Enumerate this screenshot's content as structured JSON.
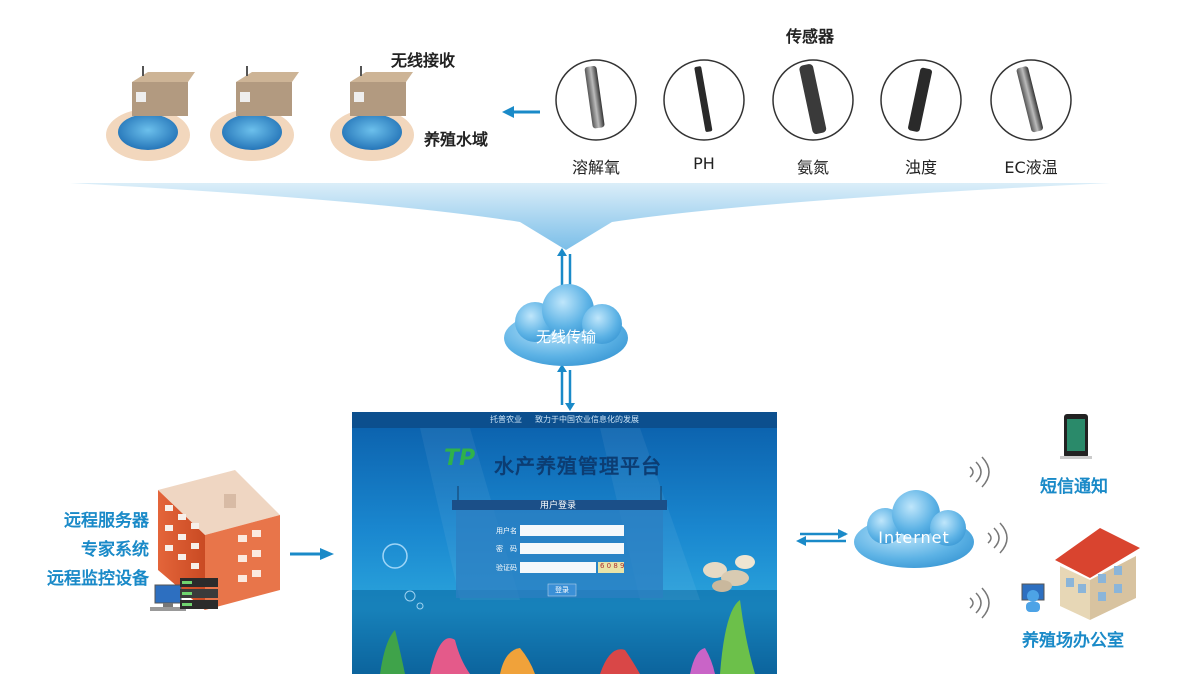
{
  "top": {
    "sensors_title": "传感器",
    "wireless_receive": "无线接收",
    "aquaculture_water": "养殖水域",
    "sensors": [
      {
        "label": "溶解氧"
      },
      {
        "label": "PH"
      },
      {
        "label": "氨氮"
      },
      {
        "label": "浊度"
      },
      {
        "label": "EC液温"
      }
    ]
  },
  "middle": {
    "wireless_transmission": "无线传输"
  },
  "left": {
    "lines": [
      "远程服务器",
      "专家系统",
      "远程监控设备"
    ]
  },
  "platform": {
    "top_bar_left": "托普农业",
    "top_bar_right": "致力于中国农业信息化的发展",
    "logo_text": "TP",
    "title": "水产养殖管理平台",
    "login_title": "用户登录",
    "username_label": "用户名",
    "password_label": "密　码",
    "captcha_label": "验证码",
    "captcha_value": "6 0 8 9",
    "login_button": "登录"
  },
  "right": {
    "internet": "Internet",
    "sms": "短信通知",
    "office": "养殖场办公室"
  },
  "colors": {
    "accent_blue": "#1a8ac8",
    "cloud_blue": "#5fb6e6",
    "platform_blue": "#1d6fb8"
  }
}
